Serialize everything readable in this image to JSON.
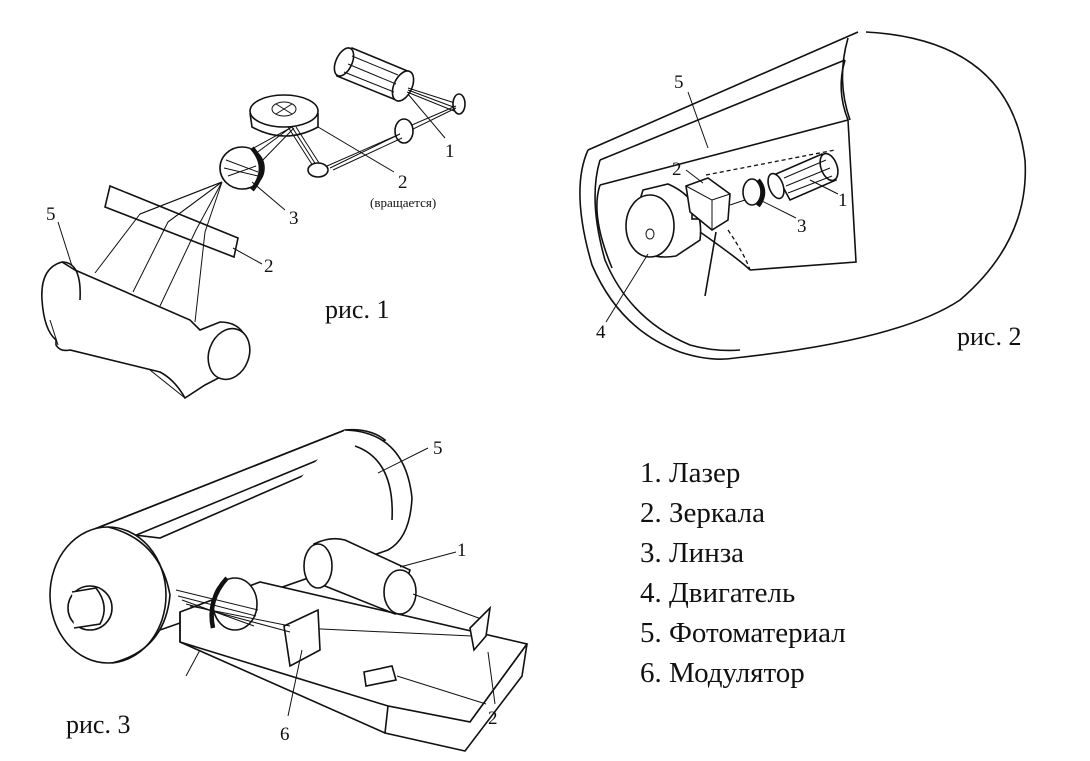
{
  "fig1": {
    "caption": "рис. 1",
    "labels": [
      "1",
      "2",
      "2",
      "3",
      "5"
    ],
    "note": "(вращается)"
  },
  "fig2": {
    "caption": "рис. 2",
    "labels": [
      "1",
      "2",
      "3",
      "4",
      "5"
    ]
  },
  "fig3": {
    "caption": "рис. 3",
    "labels": [
      "5",
      "1",
      "6",
      "2"
    ]
  },
  "legend": [
    "1. Лазер",
    "2. Зеркала",
    "3. Линза",
    "4. Двигатель",
    "5. Фотоматериал",
    "6. Модулятор"
  ]
}
